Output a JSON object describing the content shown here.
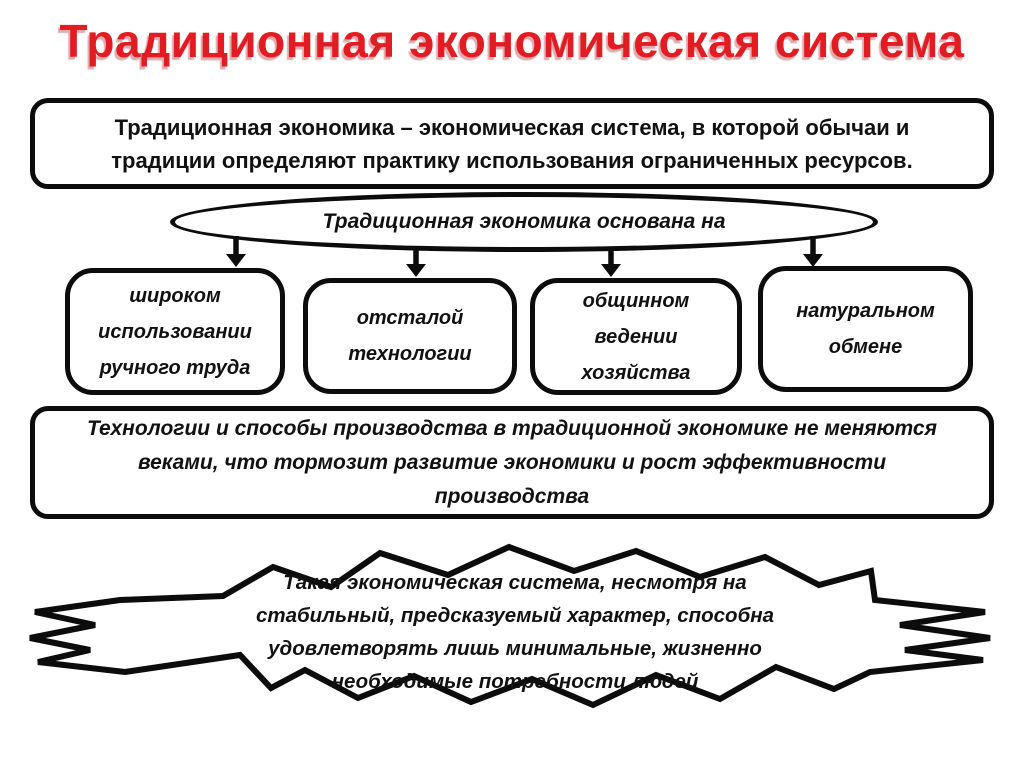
{
  "slide": {
    "title": "Традиционная экономическая система",
    "definition": "Традиционная экономика – экономическая система, в которой обычаи и\nтрадиции определяют практику использования ограниченных ресурсов.",
    "basis_label": "Традиционная экономика основана на",
    "factors": [
      {
        "label": "широком\nиспользовании\nручного труда"
      },
      {
        "label": "отсталой\nтехнологии"
      },
      {
        "label": "общинном\nведении\nхозяйства"
      },
      {
        "label": "натуральном\nобмене"
      }
    ],
    "stagnation_note": "Технологии и способы производства в традиционной экономике не меняются\nвеками, что тормозит развитие экономики и рост эффективности\nпроизводства",
    "limitation_note": "Такая экономическая система, несмотря на\nстабильный, предсказуемый характер, способна\nудовлетворять лишь минимальные, жизненно\nнеобходимые потребности людей",
    "colors": {
      "title_red": "#e31b22",
      "ink": "#0c0c0c",
      "background": "#ffffff"
    }
  }
}
